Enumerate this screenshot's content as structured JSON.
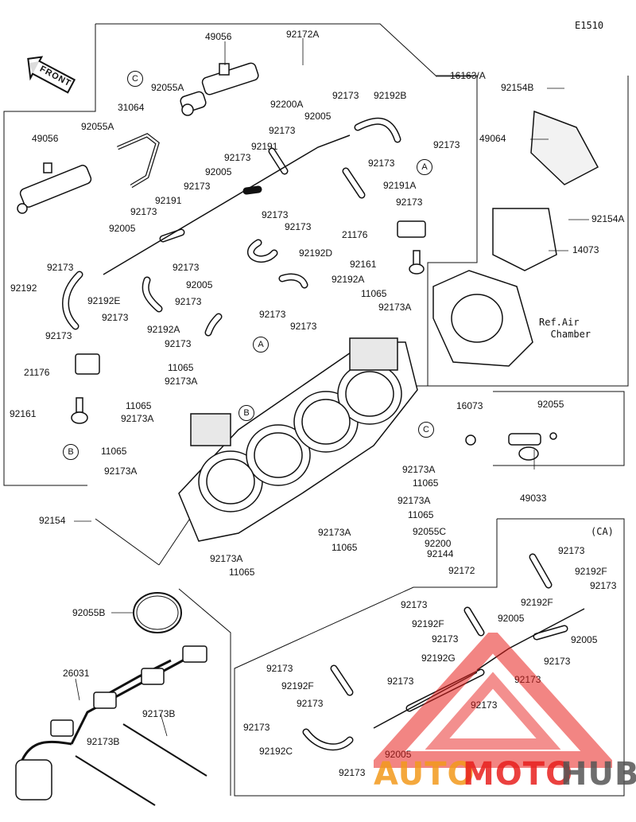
{
  "diagram_code": "E1510",
  "front_label": "FRONT",
  "variant_label": "(CA)",
  "ref_air_chamber": "Ref.Air\n  Chamber",
  "callouts": {
    "a": "A",
    "b": "B",
    "c": "C"
  },
  "parts": {
    "p16163": "16163/A",
    "p49056": "49056",
    "p92172a": "92172A",
    "p92055a": "92055A",
    "p31064": "31064",
    "p92200a": "92200A",
    "p92055a_left": "92055A",
    "p49056_left": "49056",
    "p92154b": "92154B",
    "p49064": "49064",
    "p92154a": "92154A",
    "p14073": "14073",
    "p21176_right": "21176",
    "p92161_right": "92161",
    "p92192b": "92192B",
    "p92191a": "92191A",
    "p92192d": "92192D",
    "p92192a": "92192A",
    "p92192a_2": "92192A",
    "p92191_a": "92191",
    "p92191_b": "92191",
    "p92192": "92192",
    "p92192e": "92192E",
    "p21176_left": "21176",
    "p92161_left": "92161",
    "p16073": "16073",
    "p92055_r": "92055",
    "p49033": "49033",
    "p92154": "92154",
    "p92055b": "92055B",
    "p26031": "26031",
    "p92173b_1": "92173B",
    "p92173b_2": "92173B",
    "p92055c": "92055C",
    "p92200": "92200",
    "p92144": "92144",
    "p92172": "92172",
    "p11065_generic": "11065",
    "p92005_generic": "92005",
    "p92173_generic": "92173",
    "p92173a_generic": "92173A",
    "p92192f": "92192F",
    "p92192g": "92192G",
    "p92192c": "92192C"
  },
  "watermark": {
    "auto": "AUTO",
    "moto": "MOTO",
    "hub": "HUB"
  },
  "colors": {
    "line": "#111111",
    "watermark_red": "#e8201e",
    "watermark_orange": "#f39a1c",
    "watermark_gray": "#555555"
  }
}
